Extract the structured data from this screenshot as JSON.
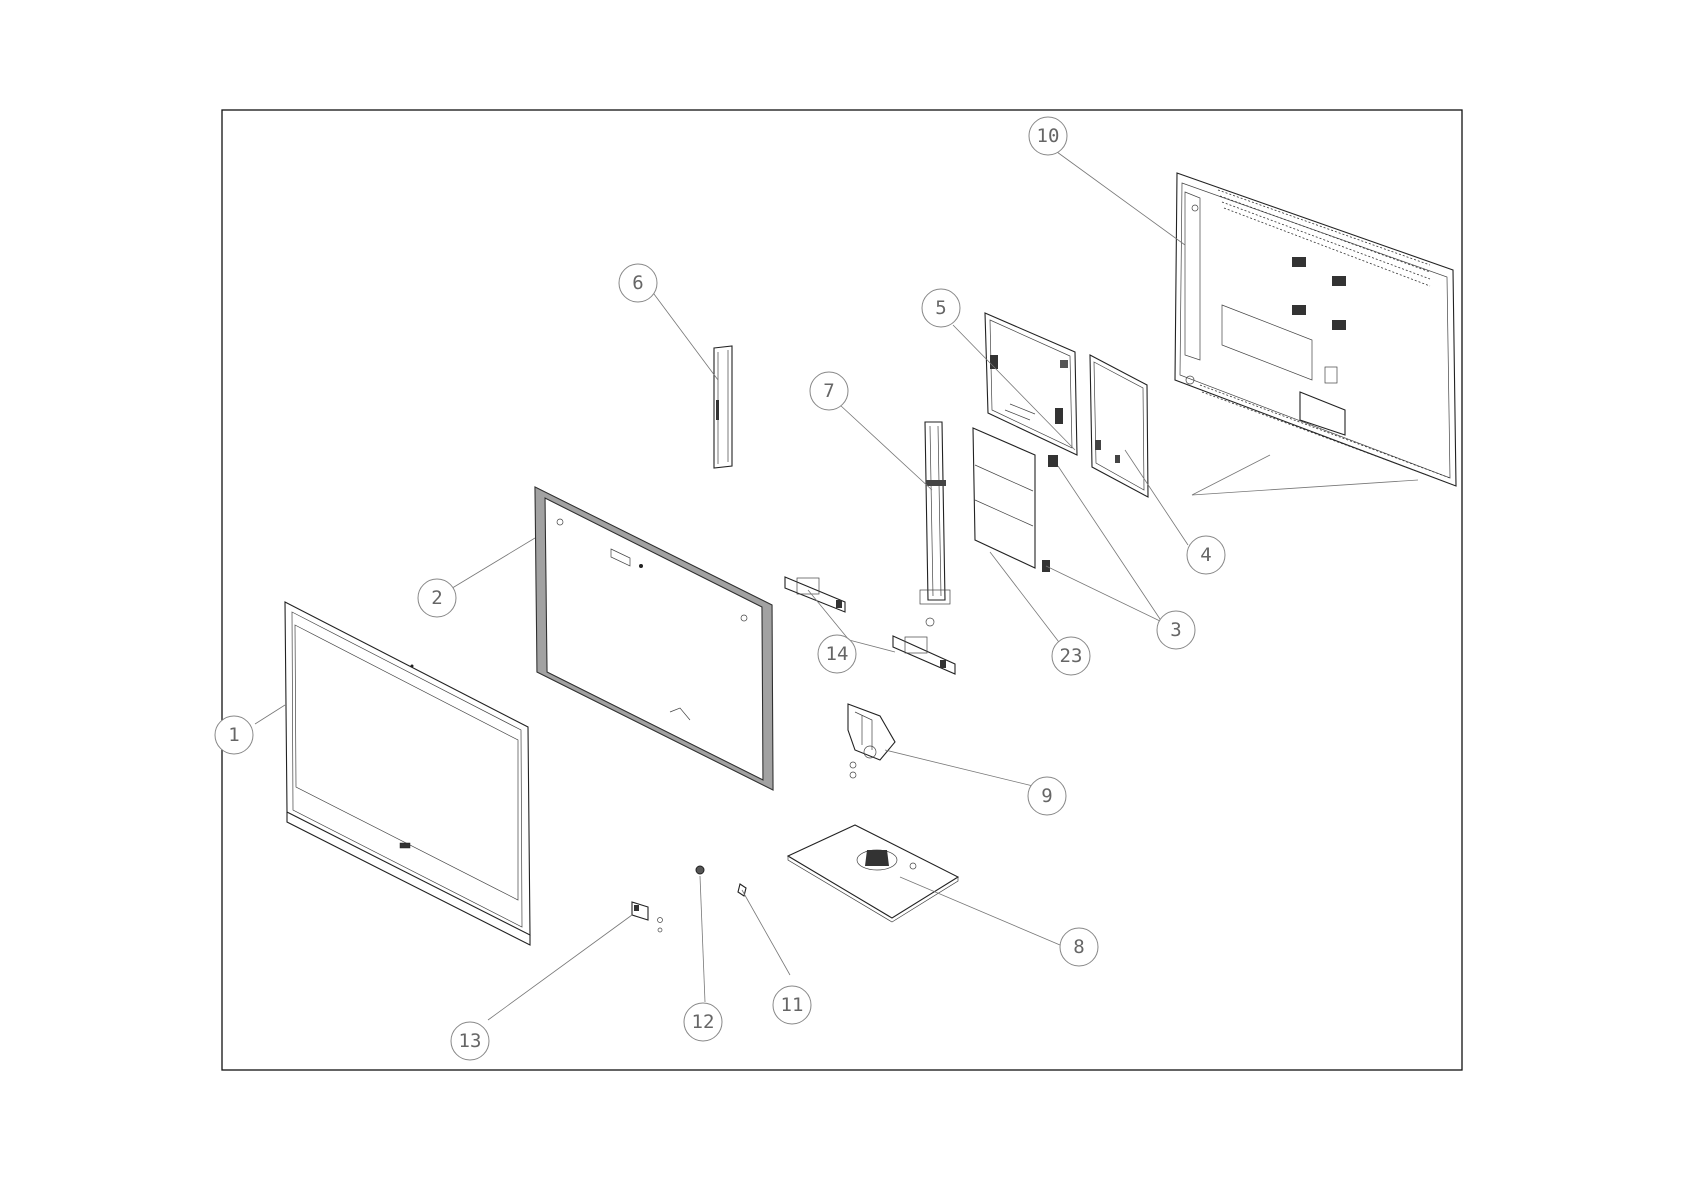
{
  "balloons": [
    {
      "label": "1"
    },
    {
      "label": "2"
    },
    {
      "label": "3"
    },
    {
      "label": "4"
    },
    {
      "label": "5"
    },
    {
      "label": "6"
    },
    {
      "label": "7"
    },
    {
      "label": "8"
    },
    {
      "label": "9"
    },
    {
      "label": "10"
    },
    {
      "label": "11"
    },
    {
      "label": "12"
    },
    {
      "label": "13"
    },
    {
      "label": "14"
    },
    {
      "label": "23"
    }
  ]
}
